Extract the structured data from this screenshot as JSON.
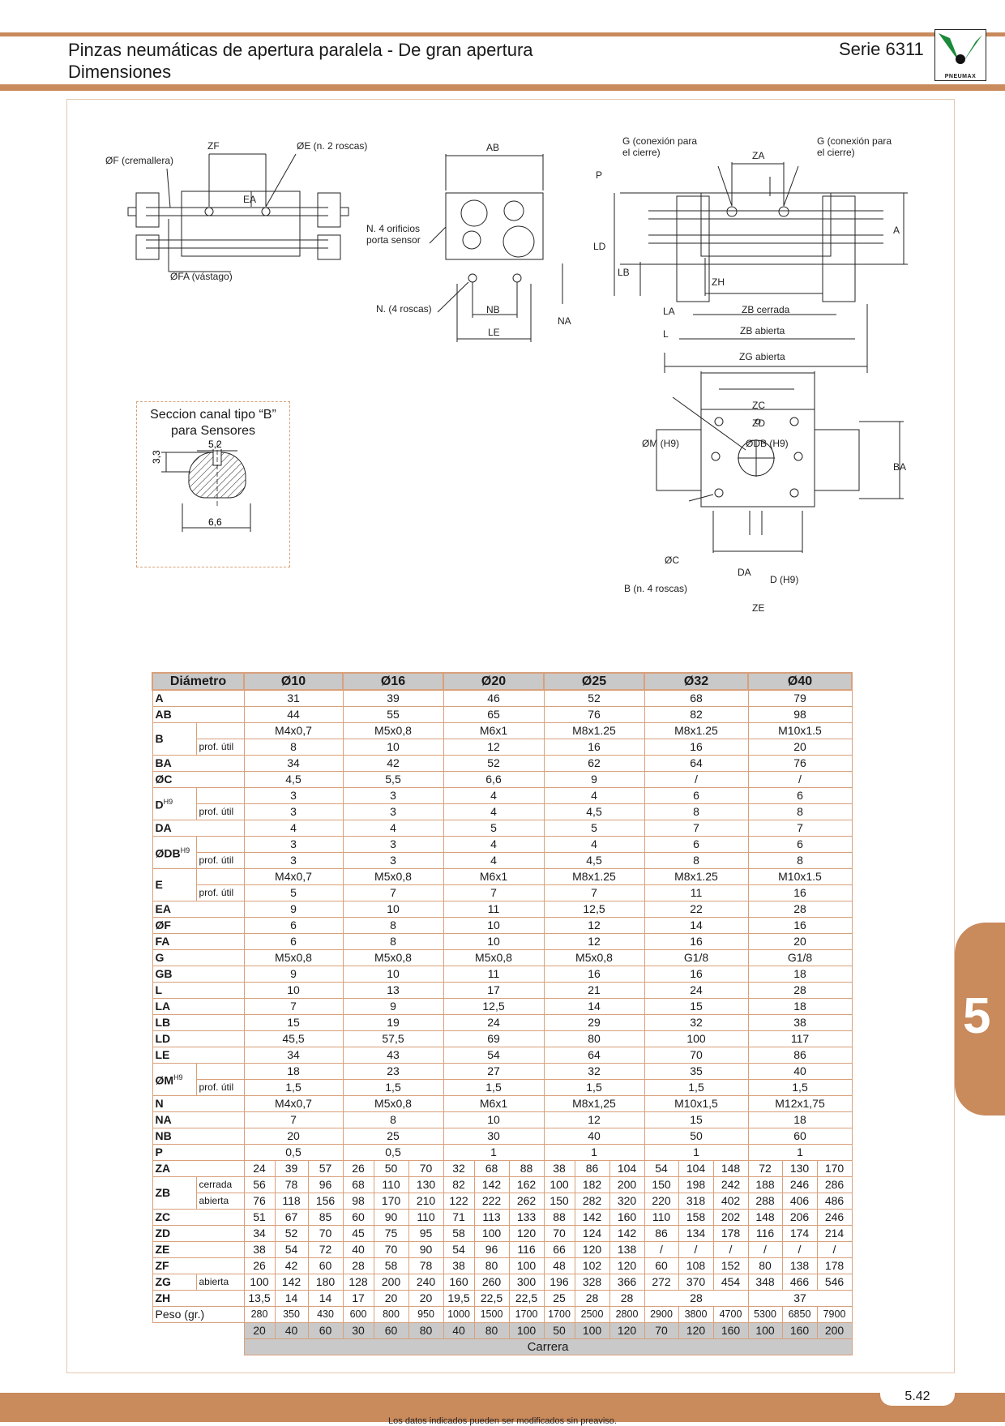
{
  "header": {
    "title_line1": "Pinzas neumáticas de apertura paralela - De gran apertura",
    "title_line2": "Dimensiones",
    "serie": "Serie 6311",
    "logo_text": "PNEUMAX"
  },
  "drawing_labels": {
    "f_cremallera": "ØF (cremallera)",
    "zf": "ZF",
    "e_roscas": "ØE (n. 2 roscas)",
    "ea": "EA",
    "fa_vastago": "ØFA (vástago)",
    "ab": "AB",
    "orificios1": "N. 4 orificios",
    "orificios2": "porta sensor",
    "n_roscas": "N. (4 roscas)",
    "nb": "NB",
    "le": "LE",
    "na": "NA",
    "g1a": "G (conexión para",
    "g1b": "el cierre)",
    "g2a": "G (conexión para",
    "g2b": "el cierre)",
    "za": "ZA",
    "p": "P",
    "a": "A",
    "ld": "LD",
    "lb": "LB",
    "zh": "ZH",
    "la": "LA",
    "zb_cerrada": "ZB cerrada",
    "l": "L",
    "zb_abierta": "ZB abierta",
    "zg_abierta": "ZG abierta",
    "zc": "ZC",
    "zd": "ZD",
    "m_h9": "ØM (H9)",
    "db_h9": "ØDB (H9)",
    "ba": "BA",
    "c": "ØC",
    "da": "DA",
    "d_h9": "D (H9)",
    "b_roscas": "B (n. 4 roscas)",
    "ze": "ZE"
  },
  "sensor_section": {
    "title1": "Seccion canal tipo “B”",
    "title2": "para Sensores",
    "w_top": "5,2",
    "h": "3,3",
    "w_bottom": "6,6"
  },
  "table": {
    "diameter_label": "Diámetro",
    "diameters": [
      "Ø10",
      "Ø16",
      "Ø20",
      "Ø25",
      "Ø32",
      "Ø40"
    ],
    "rows": [
      {
        "label": "A",
        "values": [
          "31",
          "39",
          "46",
          "52",
          "68",
          "79"
        ]
      },
      {
        "label": "AB",
        "values": [
          "44",
          "55",
          "65",
          "76",
          "82",
          "98"
        ]
      },
      {
        "label": "B",
        "values": [
          "M4x0,7",
          "M5x0,8",
          "M6x1",
          "M8x1.25",
          "M8x1.25",
          "M10x1.5"
        ],
        "sub": "prof. útil",
        "sub_values": [
          "8",
          "10",
          "12",
          "16",
          "16",
          "20"
        ]
      },
      {
        "label": "BA",
        "values": [
          "34",
          "42",
          "52",
          "62",
          "64",
          "76"
        ]
      },
      {
        "label": "ØC",
        "values": [
          "4,5",
          "5,5",
          "6,6",
          "9",
          "/",
          "/"
        ]
      },
      {
        "label": "D",
        "sup": "H9",
        "values": [
          "3",
          "3",
          "4",
          "4",
          "6",
          "6"
        ],
        "sub": "prof. útil",
        "sub_values": [
          "3",
          "3",
          "4",
          "4,5",
          "8",
          "8"
        ]
      },
      {
        "label": "DA",
        "values": [
          "4",
          "4",
          "5",
          "5",
          "7",
          "7"
        ]
      },
      {
        "label": "ØDB",
        "sup": "H9",
        "values": [
          "3",
          "3",
          "4",
          "4",
          "6",
          "6"
        ],
        "sub": "prof. útil",
        "sub_values": [
          "3",
          "3",
          "4",
          "4,5",
          "8",
          "8"
        ]
      },
      {
        "label": "E",
        "values": [
          "M4x0,7",
          "M5x0,8",
          "M6x1",
          "M8x1.25",
          "M8x1.25",
          "M10x1.5"
        ],
        "sub": "prof. útil",
        "sub_values": [
          "5",
          "7",
          "7",
          "7",
          "11",
          "16"
        ]
      },
      {
        "label": "EA",
        "values": [
          "9",
          "10",
          "11",
          "12,5",
          "22",
          "28"
        ]
      },
      {
        "label": "ØF",
        "values": [
          "6",
          "8",
          "10",
          "12",
          "14",
          "16"
        ]
      },
      {
        "label": "FA",
        "values": [
          "6",
          "8",
          "10",
          "12",
          "16",
          "20"
        ]
      },
      {
        "label": "G",
        "values": [
          "M5x0,8",
          "M5x0,8",
          "M5x0,8",
          "M5x0,8",
          "G1/8",
          "G1/8"
        ]
      },
      {
        "label": "GB",
        "values": [
          "9",
          "10",
          "11",
          "16",
          "16",
          "18"
        ]
      },
      {
        "label": "L",
        "values": [
          "10",
          "13",
          "17",
          "21",
          "24",
          "28"
        ]
      },
      {
        "label": "LA",
        "values": [
          "7",
          "9",
          "12,5",
          "14",
          "15",
          "18"
        ]
      },
      {
        "label": "LB",
        "values": [
          "15",
          "19",
          "24",
          "29",
          "32",
          "38"
        ]
      },
      {
        "label": "LD",
        "values": [
          "45,5",
          "57,5",
          "69",
          "80",
          "100",
          "117"
        ]
      },
      {
        "label": "LE",
        "values": [
          "34",
          "43",
          "54",
          "64",
          "70",
          "86"
        ]
      },
      {
        "label": "ØM",
        "sup": "H9",
        "values": [
          "18",
          "23",
          "27",
          "32",
          "35",
          "40"
        ],
        "sub": "prof. útil",
        "sub_values": [
          "1,5",
          "1,5",
          "1,5",
          "1,5",
          "1,5",
          "1,5"
        ]
      },
      {
        "label": "N",
        "values": [
          "M4x0,7",
          "M5x0,8",
          "M6x1",
          "M8x1,25",
          "M10x1,5",
          "M12x1,75"
        ]
      },
      {
        "label": "NA",
        "values": [
          "7",
          "8",
          "10",
          "12",
          "15",
          "18"
        ]
      },
      {
        "label": "NB",
        "values": [
          "20",
          "25",
          "30",
          "40",
          "50",
          "60"
        ]
      },
      {
        "label": "P",
        "values": [
          "0,5",
          "0,5",
          "1",
          "1",
          "1",
          "1"
        ]
      }
    ],
    "stroke_rows": [
      {
        "label": "ZA",
        "values": [
          "24",
          "39",
          "57",
          "26",
          "50",
          "70",
          "32",
          "68",
          "88",
          "38",
          "86",
          "104",
          "54",
          "104",
          "148",
          "72",
          "130",
          "170"
        ]
      },
      {
        "label": "ZB",
        "sub": "cerrada",
        "values": [
          "56",
          "78",
          "96",
          "68",
          "110",
          "130",
          "82",
          "142",
          "162",
          "100",
          "182",
          "200",
          "150",
          "198",
          "242",
          "188",
          "246",
          "286"
        ]
      },
      {
        "label": "",
        "sub": "abierta",
        "values": [
          "76",
          "118",
          "156",
          "98",
          "170",
          "210",
          "122",
          "222",
          "262",
          "150",
          "282",
          "320",
          "220",
          "318",
          "402",
          "288",
          "406",
          "486"
        ]
      },
      {
        "label": "ZC",
        "values": [
          "51",
          "67",
          "85",
          "60",
          "90",
          "110",
          "71",
          "113",
          "133",
          "88",
          "142",
          "160",
          "110",
          "158",
          "202",
          "148",
          "206",
          "246"
        ]
      },
      {
        "label": "ZD",
        "values": [
          "34",
          "52",
          "70",
          "45",
          "75",
          "95",
          "58",
          "100",
          "120",
          "70",
          "124",
          "142",
          "86",
          "134",
          "178",
          "116",
          "174",
          "214"
        ]
      },
      {
        "label": "ZE",
        "values": [
          "38",
          "54",
          "72",
          "40",
          "70",
          "90",
          "54",
          "96",
          "116",
          "66",
          "120",
          "138",
          "/",
          "/",
          "/",
          "/",
          "/",
          "/"
        ]
      },
      {
        "label": "ZF",
        "values": [
          "26",
          "42",
          "60",
          "28",
          "58",
          "78",
          "38",
          "80",
          "100",
          "48",
          "102",
          "120",
          "60",
          "108",
          "152",
          "80",
          "138",
          "178"
        ]
      },
      {
        "label": "ZG",
        "sub": "abierta",
        "values": [
          "100",
          "142",
          "180",
          "128",
          "200",
          "240",
          "160",
          "260",
          "300",
          "196",
          "328",
          "366",
          "272",
          "370",
          "454",
          "348",
          "466",
          "546"
        ]
      },
      {
        "label": "ZH",
        "values": [
          "13,5",
          "14",
          "14",
          "17",
          "20",
          "20",
          "19,5",
          "22,5",
          "22,5",
          "25",
          "28",
          "28"
        ],
        "merged": [
          "28",
          "37"
        ]
      }
    ],
    "weight_label": "Peso (gr.)",
    "weights": [
      "280",
      "350",
      "430",
      "600",
      "800",
      "950",
      "1000",
      "1500",
      "1700",
      "1700",
      "2500",
      "2800",
      "2900",
      "3800",
      "4700",
      "5300",
      "6850",
      "7900"
    ],
    "strokes": [
      "20",
      "40",
      "60",
      "30",
      "60",
      "80",
      "40",
      "80",
      "100",
      "50",
      "100",
      "120",
      "70",
      "120",
      "160",
      "100",
      "160",
      "200"
    ],
    "carrera_label": "Carrera"
  },
  "side_tab": "5",
  "footer": {
    "note": "Los datos indicados pueden ser modificados sin preaviso.",
    "page": "5.42"
  }
}
